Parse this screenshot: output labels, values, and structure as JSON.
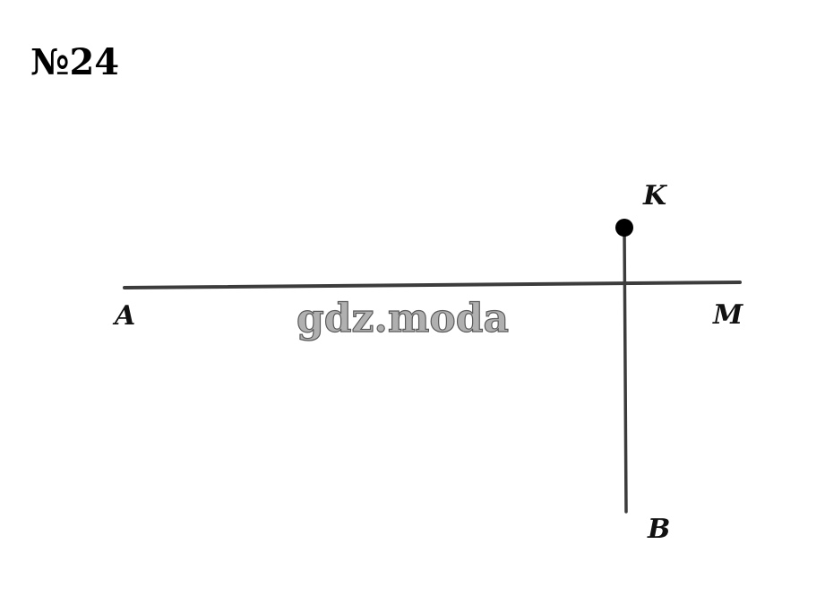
{
  "problem": {
    "number": "№24"
  },
  "points": {
    "A": "A",
    "M": "M",
    "K": "K",
    "B": "B"
  },
  "watermark": "gdz.moda",
  "colors": {
    "line": "#3c3c3c",
    "point": "#000000",
    "watermark": "#b0b0b0"
  }
}
